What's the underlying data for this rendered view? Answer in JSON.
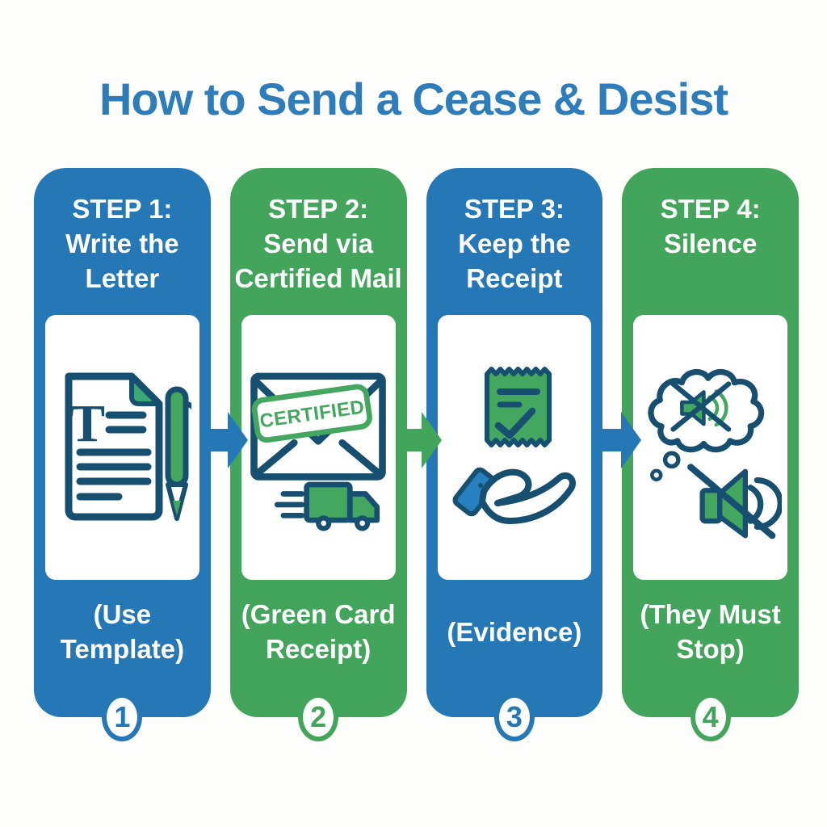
{
  "title": "How to Send a Cease & Desist",
  "palette": {
    "blue": "#2577b5",
    "green": "#43a45c",
    "title_blue": "#2e7cba",
    "navy_outline": "#174f70",
    "icon_green": "#44a75f",
    "fold_teal": "#3aa876",
    "cuff_blue": "#2980c0",
    "white": "#ffffff"
  },
  "steps": [
    {
      "label": "STEP 1:",
      "title_line1": "Write the",
      "title_line2": "Letter",
      "caption_line1": "(Use",
      "caption_line2": "Template)",
      "number": "1",
      "theme": "blue",
      "icon": "document-and-pen-icon",
      "doc_letter": "T"
    },
    {
      "label": "STEP 2:",
      "title_line1": "Send via",
      "title_line2": "Certified Mail",
      "caption_line1": "(Green Card",
      "caption_line2": "Receipt)",
      "number": "2",
      "theme": "green",
      "icon": "certified-envelope-truck-icon",
      "stamp_text": "CERTIFIED"
    },
    {
      "label": "STEP 3:",
      "title_line1": "Keep the",
      "title_line2": "Receipt",
      "caption_line1": "(Evidence)",
      "caption_line2": "",
      "number": "3",
      "theme": "blue",
      "icon": "receipt-in-hand-icon"
    },
    {
      "label": "STEP 4:",
      "title_line1": "Silence",
      "title_line2": "",
      "caption_line1": "(They Must",
      "caption_line2": "Stop)",
      "number": "4",
      "theme": "green",
      "icon": "muted-speaker-thought-icon"
    }
  ],
  "arrows": [
    {
      "color": "#2577b5"
    },
    {
      "color": "#43a45c"
    },
    {
      "color": "#2577b5"
    }
  ]
}
